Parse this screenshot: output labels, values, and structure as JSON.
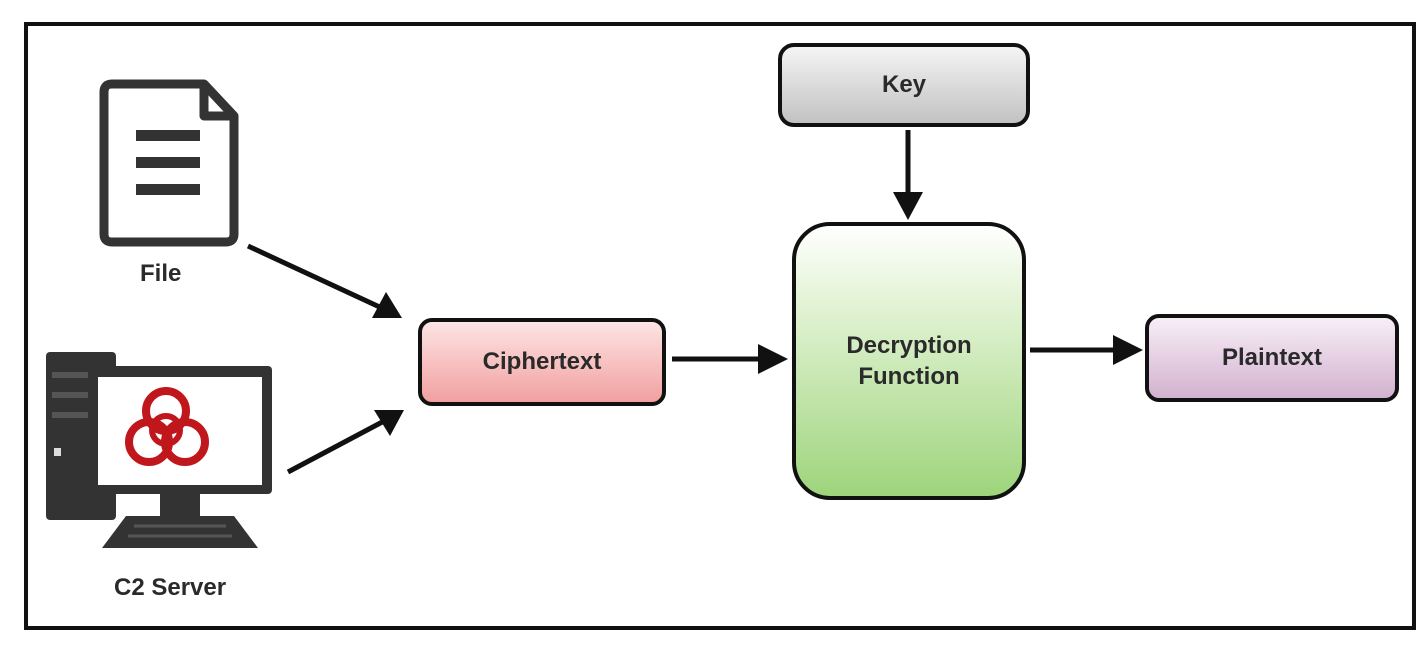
{
  "diagram": {
    "nodes": {
      "file": {
        "label": "File",
        "icon": "document-icon"
      },
      "c2_server": {
        "label": "C2 Server",
        "icon": "biohazard-computer-icon"
      },
      "ciphertext": {
        "label": "Ciphertext",
        "color": "#f2a0a0"
      },
      "key": {
        "label": "Key",
        "color": "#c2c2c2"
      },
      "decryption_function": {
        "label": "Decryption Function",
        "color": "#9ed47c"
      },
      "plaintext": {
        "label": "Plaintext",
        "color": "#d2b2cf"
      }
    },
    "edges": [
      {
        "from": "File",
        "to": "Ciphertext"
      },
      {
        "from": "C2 Server",
        "to": "Ciphertext"
      },
      {
        "from": "Ciphertext",
        "to": "Decryption Function"
      },
      {
        "from": "Key",
        "to": "Decryption Function"
      },
      {
        "from": "Decryption Function",
        "to": "Plaintext"
      }
    ],
    "colors": {
      "stroke": "#111111",
      "biohazard": "#c0171c"
    }
  }
}
